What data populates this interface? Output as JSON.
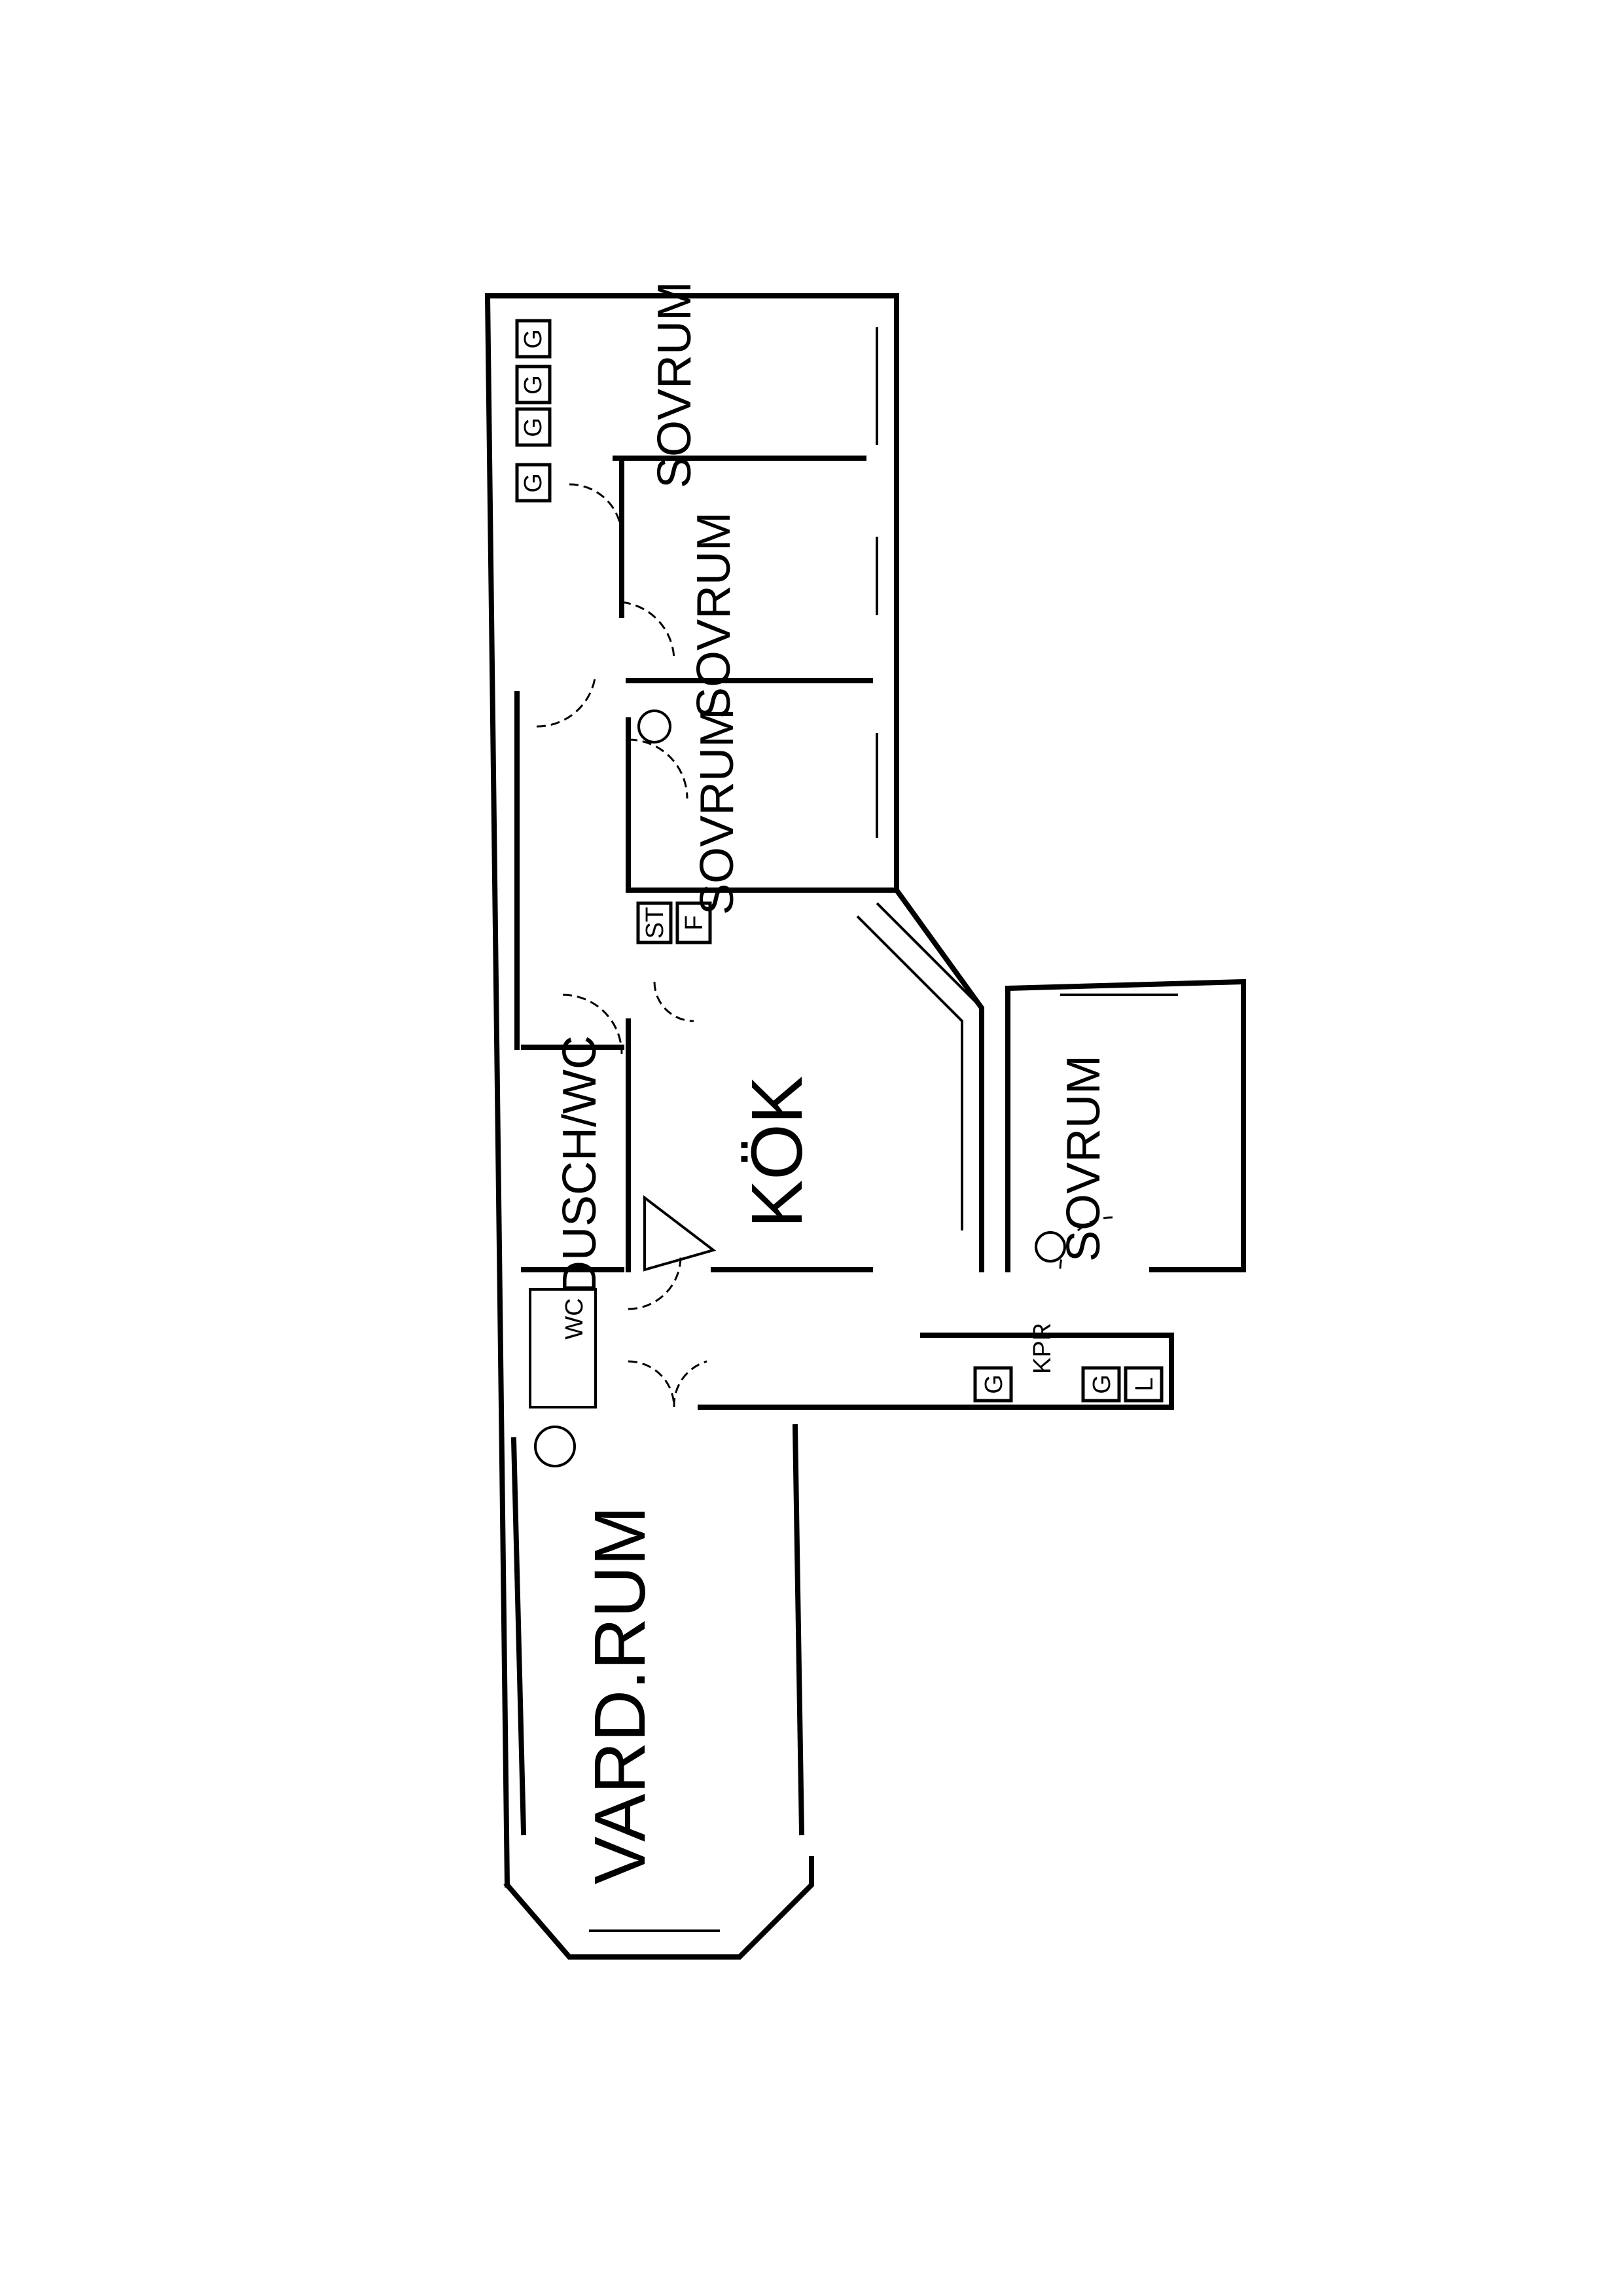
{
  "plan": {
    "rooms": {
      "sovrum_1": "SOVRUM",
      "sovrum_2": "SOVRUM",
      "sovrum_3": "SOVRUM",
      "sovrum_4": "SOVRUM",
      "kok": "KÖK",
      "dusch_wc": "DUSCH/WC",
      "wc": "WC",
      "kpr": "KPR",
      "vardrum": "VARD.RUM"
    },
    "fixtures": {
      "g": "G",
      "st": "ST",
      "f": "F",
      "l": "L"
    }
  }
}
